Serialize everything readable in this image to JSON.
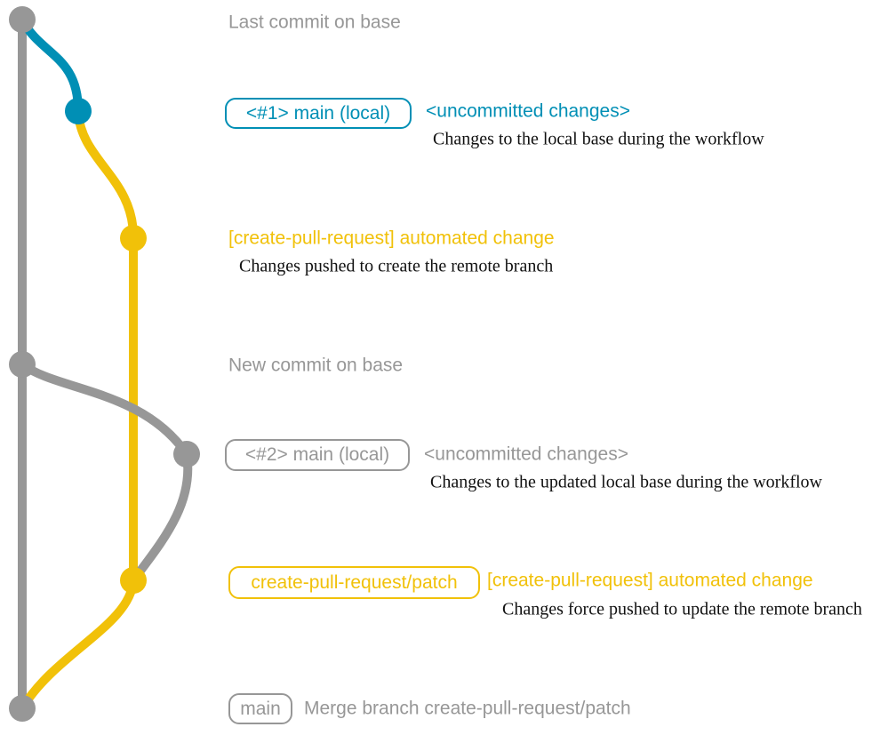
{
  "colors": {
    "base_gray": "#979797",
    "local_main_blue": "#008fb5",
    "create_pull_request_yellow": "#f1c109",
    "note_text": "#111111",
    "background": "#ffffff"
  },
  "graph": {
    "type": "git-commit-graph",
    "branches": [
      {
        "name": "base",
        "color": "#979797"
      },
      {
        "name": "main (local) #1",
        "color": "#008fb5"
      },
      {
        "name": "create-pull-request/patch",
        "color": "#f1c109"
      },
      {
        "name": "main (local) #2",
        "color": "#979797"
      }
    ],
    "commits": [
      {
        "id": "base-tip",
        "branch": "base",
        "message": "Last commit on base"
      },
      {
        "id": "main-local-1",
        "branch": "main (local) #1",
        "tag": "<#1> main (local)",
        "message": "<uncommitted changes>",
        "note": "Changes to the local base during the workflow"
      },
      {
        "id": "cpr-automated-1",
        "branch": "create-pull-request/patch",
        "message": "[create-pull-request] automated change",
        "note": "Changes pushed to create the remote branch"
      },
      {
        "id": "base-new",
        "branch": "base",
        "message": "New commit on base"
      },
      {
        "id": "main-local-2",
        "branch": "main (local) #2",
        "tag": "<#2> main (local)",
        "message": "<uncommitted changes>",
        "note": "Changes to the updated local base during the workflow"
      },
      {
        "id": "cpr-automated-2",
        "branch": "create-pull-request/patch",
        "tag": "create-pull-request/patch",
        "message": "[create-pull-request] automated change",
        "note": "Changes force pushed to update the remote branch"
      },
      {
        "id": "merge-commit",
        "branch": "base",
        "tag": "main",
        "message": "Merge branch create-pull-request/patch"
      }
    ]
  }
}
